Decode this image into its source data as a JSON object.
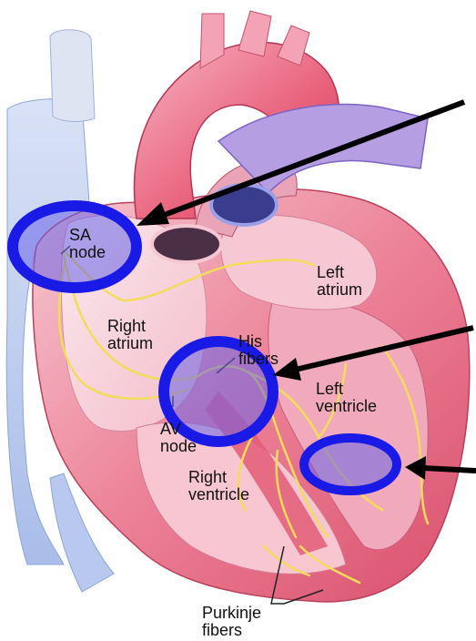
{
  "labels": {
    "sa_node_line1": "SA",
    "sa_node_line2": "node",
    "left_atrium_line1": "Left",
    "left_atrium_line2": "atrium",
    "right_atrium_line1": "Right",
    "right_atrium_line2": "atrium",
    "his_fibers_line1": "His",
    "his_fibers_line2": "fibers",
    "left_ventricle_line1": "Left",
    "left_ventricle_line2": "ventricle",
    "av_node_line1": "AV",
    "av_node_line2": "node",
    "right_ventricle_line1": "Right",
    "right_ventricle_line2": "ventricle",
    "purkinje_line1": "Purkinje",
    "purkinje_line2": "fibers"
  },
  "colors": {
    "highlight_ring": "#1a1ae6",
    "highlight_fill": "#6a64e8",
    "conduction_fiber": "#f2dc5a",
    "arrow": "#000000",
    "heart_muscle": "#e8687e",
    "vessel_pink": "#f08aa0",
    "vein_blue": "#b7c9ee"
  },
  "icons": [
    "arrow-icon"
  ]
}
